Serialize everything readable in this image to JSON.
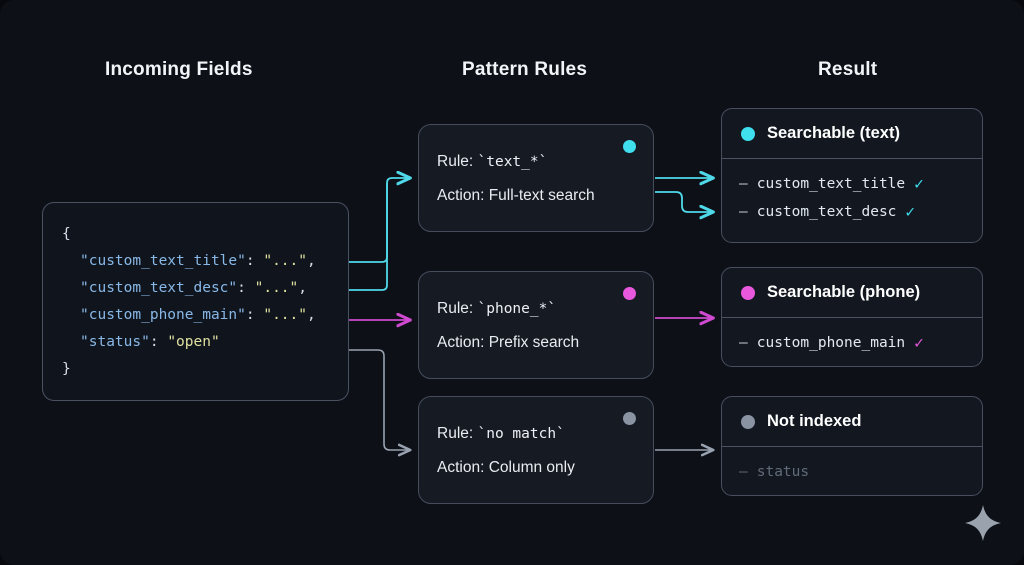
{
  "theme": {
    "background": "#0d1117",
    "card_bg": "#131820",
    "border": "#454c5c",
    "cyan": "#3fdfee",
    "magenta": "#e858dd",
    "gray": "#8a93a1",
    "text": "#e9edf2",
    "muted": "#616a78"
  },
  "columns": {
    "incoming": "Incoming Fields",
    "rules": "Pattern Rules",
    "result": "Result"
  },
  "incoming_json": {
    "open_brace": "{",
    "close_brace": "}",
    "fields": [
      {
        "key": "\"custom_text_title\"",
        "sep": ": ",
        "value": "\"...\"",
        "comma": ","
      },
      {
        "key": "\"custom_text_desc\"",
        "sep": ": ",
        "value": "\"...\"",
        "comma": ","
      },
      {
        "key": "\"custom_phone_main\"",
        "sep": ": ",
        "value": "\"...\"",
        "comma": ","
      },
      {
        "key": "\"status\"",
        "sep": ": ",
        "value": "\"open\"",
        "comma": ""
      }
    ]
  },
  "rules": [
    {
      "rule_label": "Rule: ",
      "rule_pattern": "`text_*`",
      "action_label": "Action: ",
      "action_value": "Full-text search",
      "dot_color": "#3fdfee",
      "dot_name": "cyan-status-dot"
    },
    {
      "rule_label": "Rule: ",
      "rule_pattern": "`phone_*`",
      "action_label": "Action: ",
      "action_value": "Prefix search",
      "dot_color": "#e858dd",
      "dot_name": "magenta-status-dot"
    },
    {
      "rule_label": "Rule: ",
      "rule_pattern": "`no match`",
      "action_label": "Action: ",
      "action_value": "Column only",
      "dot_color": "#8a93a1",
      "dot_name": "gray-status-dot"
    }
  ],
  "results": [
    {
      "title": "Searchable (text)",
      "dot_color": "#3fdfee",
      "items": [
        {
          "dash": "–",
          "name": "custom_text_title",
          "check": "✓",
          "check_color": "#3fdfee",
          "muted": false
        },
        {
          "dash": "–",
          "name": "custom_text_desc",
          "check": "✓",
          "check_color": "#3fdfee",
          "muted": false
        }
      ]
    },
    {
      "title": "Searchable (phone)",
      "dot_color": "#e858dd",
      "items": [
        {
          "dash": "–",
          "name": "custom_phone_main",
          "check": "✓",
          "check_color": "#e858dd",
          "muted": false
        }
      ]
    },
    {
      "title": "Not indexed",
      "dot_color": "#8a93a1",
      "items": [
        {
          "dash": "–",
          "name": "status",
          "check": "",
          "check_color": "",
          "muted": true
        }
      ]
    }
  ],
  "decoration": {
    "sparkle_icon": "sparkle"
  }
}
